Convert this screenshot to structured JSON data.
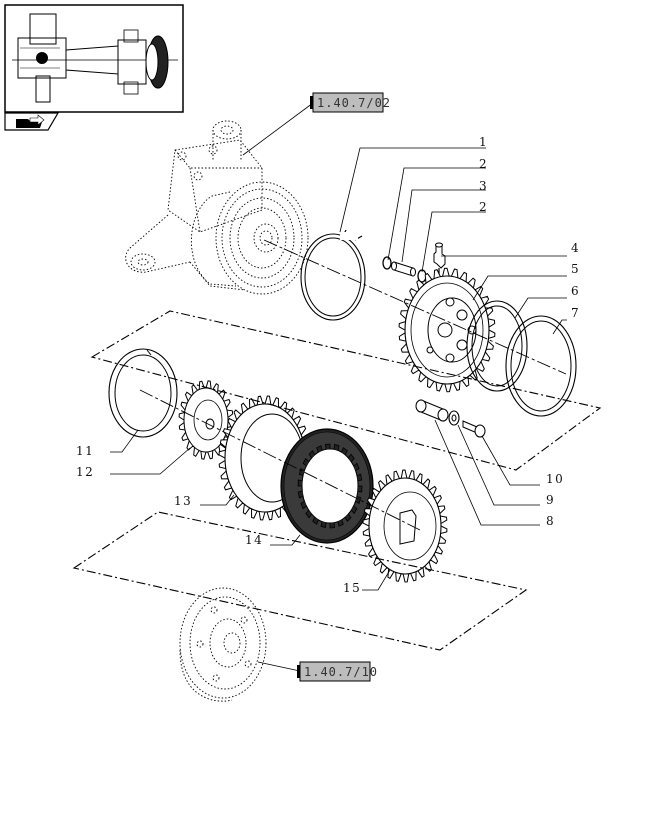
{
  "references": {
    "top_ref": "1.40.7/02",
    "bottom_ref": "1.40.7/10"
  },
  "callouts": [
    "1",
    "2",
    "3",
    "2",
    "4",
    "5",
    "6",
    "7",
    "10",
    "9",
    "8",
    "11",
    "12",
    "13",
    "14",
    "15"
  ],
  "icons": {
    "thumbnail": "axle-assembly-thumbnail",
    "nav": "folder-arrow-icon"
  }
}
